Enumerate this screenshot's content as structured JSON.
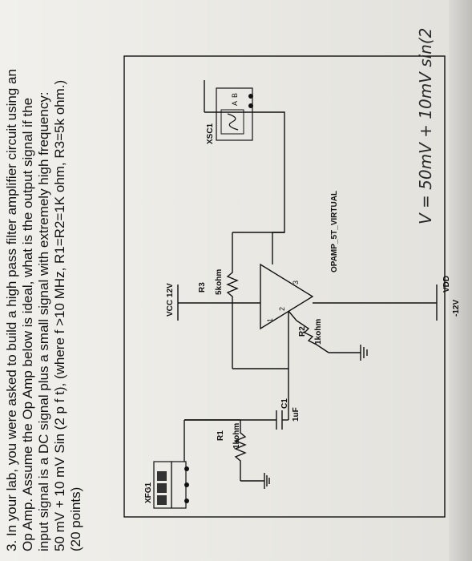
{
  "question": {
    "lines": [
      "3. In your lab, you were asked to build a high pass filter amplifier circuit using an",
      "Op Amp.   Assume the Op Amp below is ideal, what is the output signal if the",
      "input signal is a DC signal plus a small signal with extremely high frequency:",
      "50 mV + 10 mV Sin (2 p f t), (where f >10 MHz, R1=R2=1K ohm, R3=5k ohm.)",
      "(20 points)"
    ]
  },
  "circuit": {
    "vcc_label": "VCC 12V",
    "vdd_label": "VDD",
    "vdd_value": "-12V",
    "r1_label": "R1",
    "r1_value": "1kohm",
    "r2_label": "R2",
    "r2_value": "1kohm",
    "r3_label": "R3",
    "r3_value": "5kohm",
    "c1_label": "C1",
    "c1_value": "1uF",
    "opamp_label": "OPAMP_5T_VIRTUAL",
    "func_gen_label": "XFG1",
    "scope_label": "XSC1",
    "pin_1": "1",
    "pin_2": "2",
    "pin_3": "3",
    "scope_a": "A",
    "scope_b": "B"
  },
  "handwritten": "V = 50mV + 10mV sin(2"
}
